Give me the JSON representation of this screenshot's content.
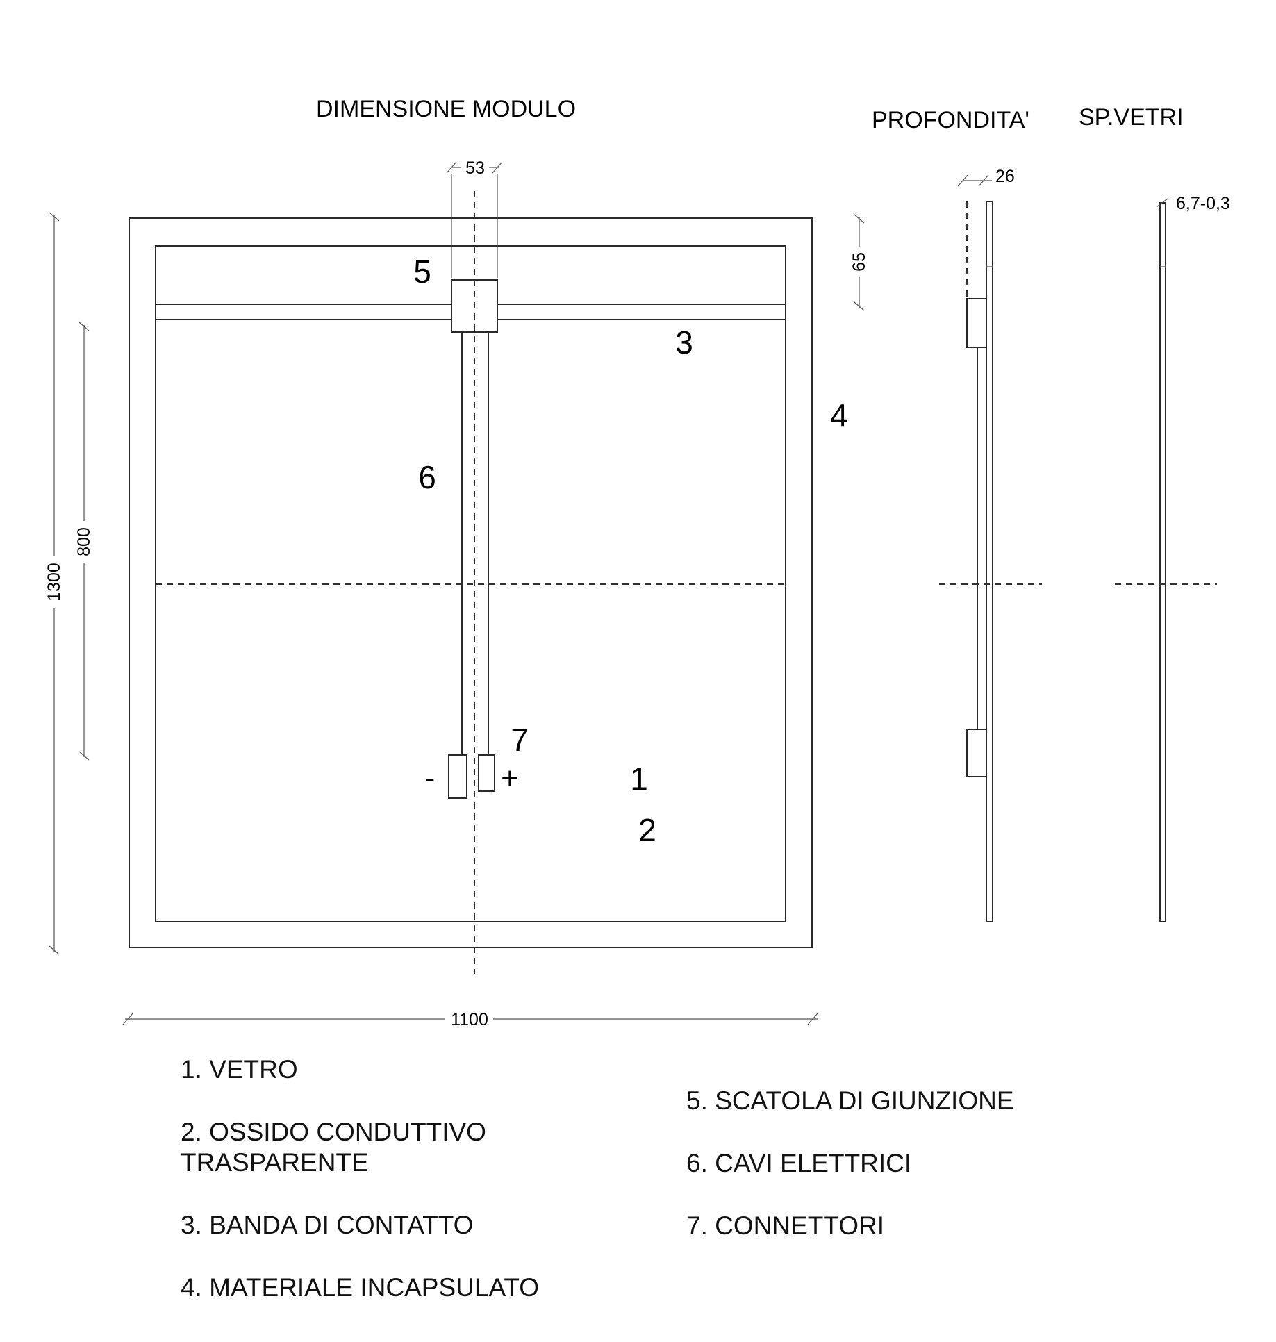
{
  "titles": {
    "front": "DIMENSIONE MODULO",
    "depth": "PROFONDITA'",
    "glass_thickness": "SP.VETRI"
  },
  "dimensions": {
    "junction_box_width": "53",
    "total_height": "1300",
    "cable_length": "800",
    "top_band": "65",
    "total_width": "1100",
    "depth": "26",
    "glass_thickness": "6,7-0,3"
  },
  "callouts": [
    "1",
    "2",
    "3",
    "4",
    "5",
    "6",
    "7"
  ],
  "polarity": {
    "negative": "-",
    "positive": "+"
  },
  "legend": {
    "item1": "1. VETRO",
    "item2_line1": "2. OSSIDO CONDUTTIVO",
    "item2_line2": "TRASPARENTE",
    "item3": "3. BANDA DI CONTATTO",
    "item4": "4. MATERIALE INCAPSULATO",
    "item5": "5. SCATOLA DI GIUNZIONE",
    "item6": "6. CAVI ELETTRICI",
    "item7": "7. CONNETTORI"
  }
}
